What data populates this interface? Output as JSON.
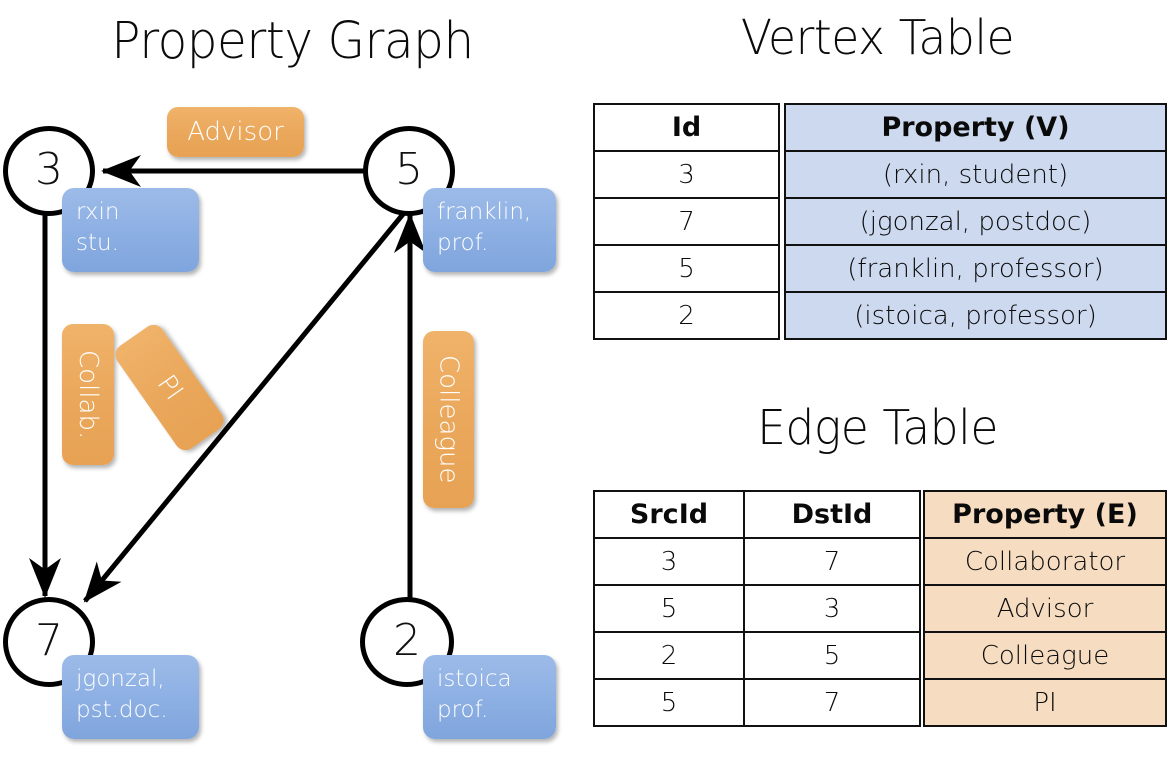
{
  "titles": {
    "property_graph": "Property Graph",
    "vertex_table": "Vertex Table",
    "edge_table": "Edge Table"
  },
  "graph": {
    "nodes": [
      {
        "id": "3",
        "property": "rxin\nstu."
      },
      {
        "id": "5",
        "property": "franklin,\nprof."
      },
      {
        "id": "7",
        "property": "jgonzal,\npst.doc."
      },
      {
        "id": "2",
        "property": "istoica\nprof."
      }
    ],
    "edge_labels": [
      {
        "name": "advisor-label",
        "text": "Advisor"
      },
      {
        "name": "collab-label",
        "text": "Collab."
      },
      {
        "name": "pi-label",
        "text": "PI"
      },
      {
        "name": "colleague-label",
        "text": "Colleague"
      }
    ]
  },
  "vertex_table": {
    "headers": [
      "Id",
      "Property (V)"
    ],
    "rows": [
      {
        "id": "3",
        "property": "(rxin, student)"
      },
      {
        "id": "7",
        "property": "(jgonzal, postdoc)"
      },
      {
        "id": "5",
        "property": "(franklin, professor)"
      },
      {
        "id": "2",
        "property": "(istoica, professor)"
      }
    ]
  },
  "edge_table": {
    "headers": [
      "SrcId",
      "DstId",
      "Property (E)"
    ],
    "rows": [
      {
        "src": "3",
        "dst": "7",
        "property": "Collaborator"
      },
      {
        "src": "5",
        "dst": "3",
        "property": "Advisor"
      },
      {
        "src": "2",
        "dst": "5",
        "property": "Colleague"
      },
      {
        "src": "5",
        "dst": "7",
        "property": "PI"
      }
    ]
  },
  "colors": {
    "vertex_property_fill": "#ccd9ef",
    "edge_property_fill": "#f6dcc1",
    "node_property_box": "#8fb1e4",
    "edge_label_box": "#eaa85c",
    "stroke": "#000000"
  },
  "chart_data": {
    "type": "diagram",
    "title": "Property Graph",
    "vertices": [
      {
        "id": 3,
        "name": "rxin",
        "role": "student"
      },
      {
        "id": 7,
        "name": "jgonzal",
        "role": "postdoc"
      },
      {
        "id": 5,
        "name": "franklin",
        "role": "professor"
      },
      {
        "id": 2,
        "name": "istoica",
        "role": "professor"
      }
    ],
    "edges": [
      {
        "src": 3,
        "dst": 7,
        "label": "Collaborator"
      },
      {
        "src": 5,
        "dst": 3,
        "label": "Advisor"
      },
      {
        "src": 2,
        "dst": 5,
        "label": "Colleague"
      },
      {
        "src": 5,
        "dst": 7,
        "label": "PI"
      }
    ]
  }
}
